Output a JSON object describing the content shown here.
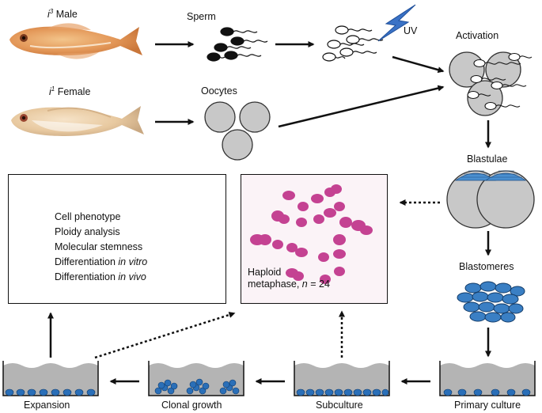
{
  "fish": {
    "male": {
      "sup": "3",
      "label": "Male"
    },
    "female": {
      "sup": "1",
      "label": "Female"
    }
  },
  "labels": {
    "sperm": "Sperm",
    "uv": "UV",
    "oocytes": "Oocytes",
    "activation": "Activation",
    "blastulae": "Blastulae",
    "blastomeres": "Blastomeres",
    "primary_culture": "Primary culture",
    "subculture": "Subculture",
    "clonal_growth": "Clonal growth",
    "expansion": "Expansion"
  },
  "assays": [
    {
      "text": "Cell phenotype",
      "italic": ""
    },
    {
      "text": "Ploidy analysis",
      "italic": ""
    },
    {
      "text": "Molecular stemness",
      "italic": ""
    },
    {
      "text": "Differentiation ",
      "italic": "in vitro"
    },
    {
      "text": "Differentiation ",
      "italic": "in vivo"
    }
  ],
  "metaphase": {
    "line1": "Haploid",
    "line2_prefix": "metaphase, ",
    "n_var": "n",
    "n_eq": " = 24"
  },
  "colors": {
    "cell_gray": "#c8c8c8",
    "cell_blue": "#3a7fc4",
    "chromosome": "#c0338a",
    "uv_bolt": "#3a72c6",
    "medium": "#b4b4b4"
  },
  "icons": {
    "uv": "lightning-bolt-icon",
    "sperm": "sperm-cell-icon"
  }
}
